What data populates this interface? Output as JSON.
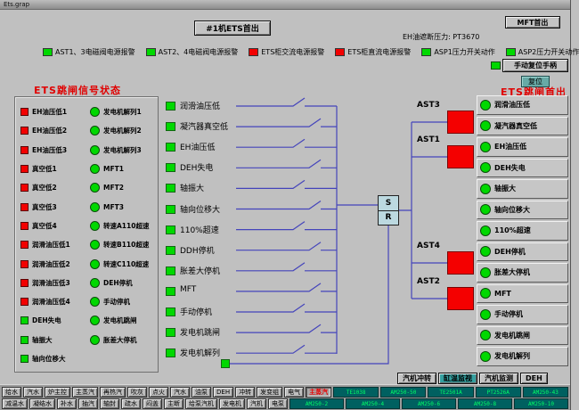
{
  "window": {
    "title": "Ets.grap"
  },
  "colors": {
    "green": "#00d800",
    "red": "#f20000",
    "line": "#4444bb",
    "valve_red": "#f40000",
    "cell_teal": "#006060"
  },
  "header": {
    "ets_first_out": "#1机ETS首出",
    "mft_first_out": "MFT首出",
    "eh_pressure": "EH油遮断压力: PT3670",
    "manual_reset": "手动复位手柄",
    "reset": "复位",
    "legend": [
      {
        "label": "AST1、3电磁阀电源报警",
        "color": "#00d800"
      },
      {
        "label": "AST2、4电磁阀电源报警",
        "color": "#00d800"
      },
      {
        "label": "ETS柜交流电源报警",
        "color": "#f20000"
      },
      {
        "label": "ETS柜直流电源报警",
        "color": "#f20000"
      },
      {
        "label": "ASP1压力开关动作",
        "color": "#00d800"
      },
      {
        "label": "ASP2压力开关动作",
        "color": "#00d800"
      }
    ]
  },
  "left_panel": {
    "title": "ETS跳闸信号状态",
    "col1": [
      {
        "label": "EH油压低1",
        "state": "red"
      },
      {
        "label": "EH油压低2",
        "state": "red"
      },
      {
        "label": "EH油压低3",
        "state": "red"
      },
      {
        "label": "真空低1",
        "state": "red"
      },
      {
        "label": "真空低2",
        "state": "red"
      },
      {
        "label": "真空低3",
        "state": "red"
      },
      {
        "label": "真空低4",
        "state": "red"
      },
      {
        "label": "润滑油压低1",
        "state": "red"
      },
      {
        "label": "润滑油压低2",
        "state": "red"
      },
      {
        "label": "润滑油压低3",
        "state": "red"
      },
      {
        "label": "润滑油压低4",
        "state": "red"
      },
      {
        "label": "DEH失电",
        "state": "green"
      },
      {
        "label": "轴振大",
        "state": "green"
      },
      {
        "label": "轴向位移大",
        "state": "green"
      }
    ],
    "col2": [
      {
        "label": "发电机解列1",
        "state": "green"
      },
      {
        "label": "发电机解列2",
        "state": "green"
      },
      {
        "label": "发电机解列3",
        "state": "green"
      },
      {
        "label": "MFT1",
        "state": "green"
      },
      {
        "label": "MFT2",
        "state": "green"
      },
      {
        "label": "MFT3",
        "state": "green"
      },
      {
        "label": "转速A110超速",
        "state": "green"
      },
      {
        "label": "转速B110超速",
        "state": "green"
      },
      {
        "label": "转速C110超速",
        "state": "green"
      },
      {
        "label": "DEH停机",
        "state": "green"
      },
      {
        "label": "手动停机",
        "state": "green"
      },
      {
        "label": "发电机跳闸",
        "state": "green"
      },
      {
        "label": "胀差大停机",
        "state": "green"
      }
    ]
  },
  "logic": {
    "signals": [
      "润滑油压低",
      "凝汽器真空低",
      "EH油压低",
      "DEH失电",
      "轴振大",
      "轴向位移大",
      "110%超速",
      "DDH停机",
      "胀差大停机",
      "MFT",
      "手动停机",
      "发电机跳闸",
      "发电机解列"
    ],
    "sr_labels": [
      "S",
      "R"
    ],
    "valves": [
      "AST3",
      "AST1",
      "AST4",
      "AST2"
    ]
  },
  "right_panel": {
    "title": "ETS跳闸首出",
    "items": [
      "润滑油压低",
      "凝汽器真空低",
      "EH油压低",
      "DEH失电",
      "轴振大",
      "轴向位移大",
      "110%超速",
      "DEH停机",
      "胀差大停机",
      "MFT",
      "手动停机",
      "发电机跳闸",
      "发电机解列"
    ]
  },
  "footer": {
    "buttons": [
      {
        "label": "汽机冲转",
        "bg": "#c3c3c3"
      },
      {
        "label": "缸温监视",
        "bg": "#35a0a0"
      },
      {
        "label": "汽机监测",
        "bg": "#c3c3c3"
      },
      {
        "label": "DEH",
        "bg": "#c3c3c3"
      }
    ]
  },
  "bottom": {
    "row1_buttons": [
      "给水",
      "汽水",
      "炉主控",
      "主蒸汽",
      "再热汽",
      "吹灰",
      "点火",
      "汽水",
      "油泵",
      "DEH",
      "冲转",
      "发变组",
      "电气"
    ],
    "row1_active": "主蒸汽",
    "row1_values": [
      "TE1038",
      "AM250-50",
      "TE2501A",
      "PT2526A",
      "AM250-43"
    ],
    "row2_buttons": [
      "减温水",
      "凝结水",
      "补水",
      "抽汽",
      "轴封",
      "疏水",
      "闷盖",
      "主断",
      "给泵汽机",
      "发电机",
      "汽机",
      "电泵"
    ],
    "row2_values": [
      "AM250-2",
      "AM250-4",
      "AM250-6",
      "AM250-8",
      "AM250-10"
    ]
  }
}
